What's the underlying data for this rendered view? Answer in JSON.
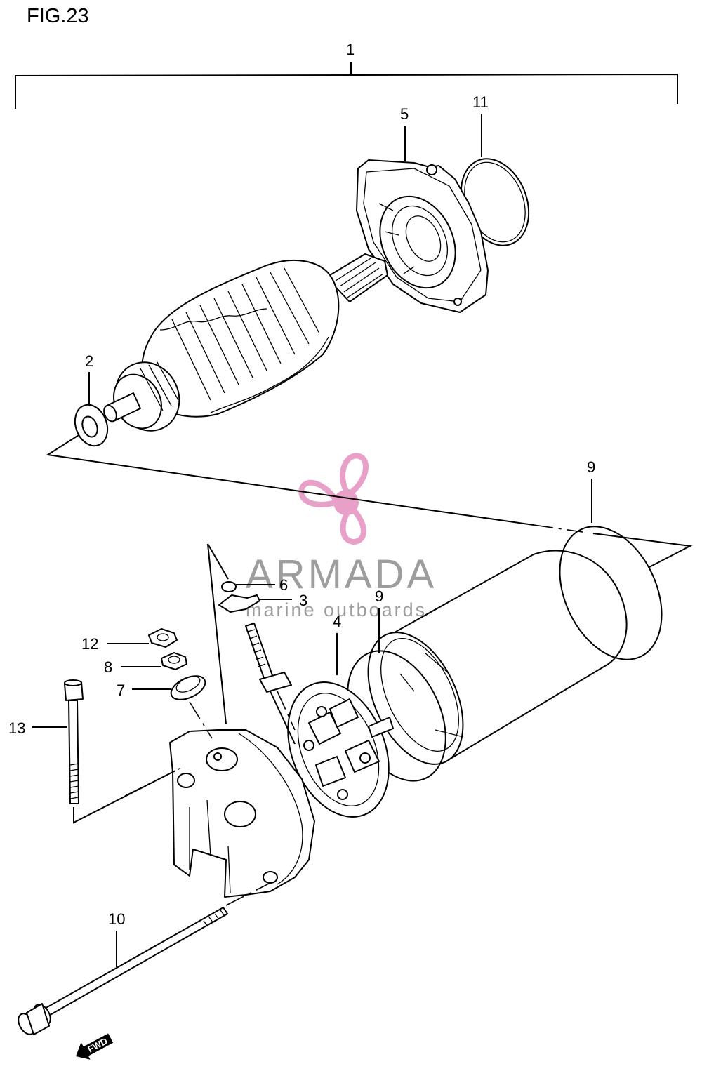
{
  "figure": {
    "title": "FIG.23"
  },
  "callouts": [
    {
      "id": "1",
      "text": "1"
    },
    {
      "id": "2",
      "text": "2"
    },
    {
      "id": "3",
      "text": "3"
    },
    {
      "id": "4",
      "text": "4"
    },
    {
      "id": "5",
      "text": "5"
    },
    {
      "id": "6",
      "text": "6"
    },
    {
      "id": "7",
      "text": "7"
    },
    {
      "id": "8",
      "text": "8"
    },
    {
      "id": "9a",
      "text": "9"
    },
    {
      "id": "9b",
      "text": "9"
    },
    {
      "id": "10",
      "text": "10"
    },
    {
      "id": "11",
      "text": "11"
    },
    {
      "id": "12",
      "text": "12"
    },
    {
      "id": "13",
      "text": "13"
    }
  ],
  "watermark": {
    "brand": "ARMADA",
    "tagline": "marine outboards",
    "brand_color": "#8c8c8c",
    "logo_color": "#e58fbf",
    "logo_icon": "propeller-icon"
  },
  "direction_marker": {
    "text": "FWD",
    "icon": "fwd-arrow-icon"
  }
}
